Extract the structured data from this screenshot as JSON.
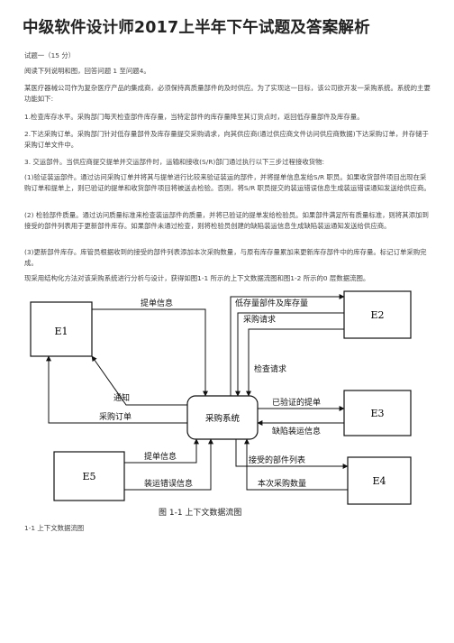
{
  "title": "中级软件设计师2017上半年下午试题及答案解析",
  "paragraphs": [
    "试题一（15 分）",
    "阅读下列说明和图，回答问题 1 至问题4。",
    "某医疗器械公司作为复杂医疗产品的集成商，必须保持高质量部件的及时供应。为了实现这一目标，该公司欲开发一采购系统。系统的主要功能如下:",
    "1.检查库存水平。采购部门每天检查部件库存量，当特定部件的库存量降至其订货点时，返回低存量部件及库存量。",
    "2.下达采购订单。采购部门针对低存量部件及库存量提交采购请求，向其供应商(通过供应商文件访问供应商数据)下达采购订单，并存储于采购订单文件中。",
    "3. 交运部件。当供应商提交提单并交运部件时，运输和接收(S/R)部门通过执行以下三步过程接收货物:",
    "(1)验证装运部件。通过访问采购订单并将其与提单进行比较来验证装运的部件，并将提单信息发给S/R 职员。如果收货部件项目出现在采购订单和提单上，则已验证的提单和收货部件项目将被送去检验。否则，将S/R 职员提交的装运错误信息生成装运错误通知发送给供应商。",
    "(2) 检验部件质量。通过访问质量标准来检查装运部件的质量，并将已验证的提单发给检验员。如果部件满足所有质量标准，则将其添加到接受的部件列表用于更新部件库存。如果部件未通过检查，则将检验员创建的缺陷装运信息生成缺陷装运通知发送给供应商。",
    "(3)更新部件库存。库管员根据收到的接受的部件列表添加本次采购数量，与原有库存量累加来更新库存部件中的库存量。标记订单采购完成。",
    "现采用结构化方法对该采购系统进行分析与设计，获得如图1-1 所示的上下文数据流图和图1-2 所示的0 层数据流图。"
  ],
  "diagram": {
    "entities": {
      "e1": "E1",
      "e2": "E2",
      "e3": "E3",
      "e4": "E4",
      "e5": "E5"
    },
    "process": "采购系统",
    "flows": {
      "tidan_xinxi_top": "提单信息",
      "dicunliang": "低存量部件及库存量",
      "caigou_qingqiu": "采购请求",
      "tongzhi": "通知",
      "jiancha_qingqiu": "检查请求",
      "caigou_dingdan": "采购订单",
      "yiyanzheng_tidan": "已验证的提单",
      "quexian_zhuangyun": "缺陷装运信息",
      "tidan_xinxi_bottom": "提单信息",
      "zhuangyun_cuowu": "装运错误信息",
      "jieshou_bujian": "接受的部件列表",
      "benci_caigou": "本次采购数量"
    },
    "caption": "图 1-1  上下文数据流图"
  },
  "bottom_text": "1-1 上下文数据流图"
}
